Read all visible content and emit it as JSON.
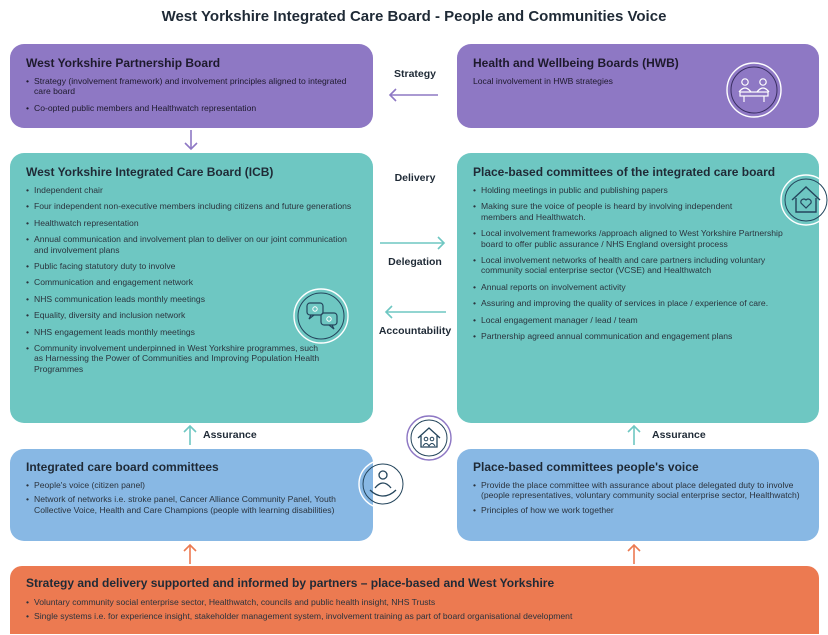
{
  "title": "West Yorkshire Integrated Care Board - People and Communities Voice",
  "colors": {
    "purple": "#8e78c4",
    "teal": "#6ec7c2",
    "blue": "#88b8e4",
    "orange": "#ec7a51",
    "arrow_purple": "#8e78c4",
    "arrow_teal": "#6ec7c2",
    "arrow_orange": "#ec7a51"
  },
  "boxes": {
    "wyp": {
      "heading": "West Yorkshire Partnership Board",
      "items": [
        "Strategy (involvement framework) and involvement principles aligned to integrated care board",
        "Co-opted public members and Healthwatch representation"
      ]
    },
    "hwb": {
      "heading": "Health and Wellbeing Boards (HWB)",
      "subtitle": "Local involvement in HWB strategies",
      "icon": "people-meeting-icon"
    },
    "icb": {
      "heading": "West Yorkshire Integrated Care Board (ICB)",
      "items": [
        "Independent chair",
        "Four independent non-executive members including citizens and future generations",
        "Healthwatch representation",
        "Annual communication and involvement plan to deliver on our joint communication and involvement plans",
        "Public facing statutory duty to involve",
        "Communication and engagement network",
        "NHS communication leads monthly meetings",
        "Equality, diversity and inclusion network",
        "NHS engagement leads monthly meetings",
        "Community involvement underpinned in West Yorkshire programmes, such as Harnessing the Power of Communities and Improving Population Health Programmes"
      ],
      "icon": "conversation-icon"
    },
    "pbc": {
      "heading": "Place-based committees of the integrated care board",
      "items": [
        "Holding meetings in public and publishing papers",
        "Making sure the voice of people is heard by involving independent members and Healthwatch.",
        "Local involvement frameworks /approach aligned to West Yorkshire Partnership board to offer public assurance / NHS England oversight process",
        "Local involvement networks of health and care partners including voluntary community social enterprise sector (VCSE) and Healthwatch",
        "Annual reports on involvement activity",
        "Assuring and improving the quality of services in place / experience of care.",
        "Local engagement manager / lead / team",
        "Partnership agreed annual communication and engagement plans"
      ],
      "icon": "house-heart-icon"
    },
    "icbc": {
      "heading": "Integrated care board committees",
      "items": [
        "People's voice (citizen panel)",
        "Network of networks i.e. stroke panel, Cancer Alliance Community Panel, Youth Collective Voice, Health and Care Champions (people with learning disabilities)"
      ],
      "icon": "person-hand-icon"
    },
    "pbv": {
      "heading": "Place-based committees people's voice",
      "items": [
        "Provide the place committee with assurance about place delegated duty to involve (people representatives, voluntary community social enterprise sector, Healthwatch)",
        "Principles of how we work together"
      ],
      "icon": "house-people-icon"
    },
    "partners": {
      "heading": "Strategy and delivery supported and informed by partners – place-based and West Yorkshire",
      "items": [
        "Voluntary community social enterprise sector, Healthwatch, councils and public health insight, NHS Trusts",
        "Single systems i.e. for experience insight, stakeholder management system, involvement training as part of board organisational development"
      ]
    }
  },
  "labels": {
    "strategy": "Strategy",
    "delivery": "Delivery",
    "delegation": "Delegation",
    "accountability": "Accountability",
    "assurance_left": "Assurance",
    "assurance_right": "Assurance"
  }
}
